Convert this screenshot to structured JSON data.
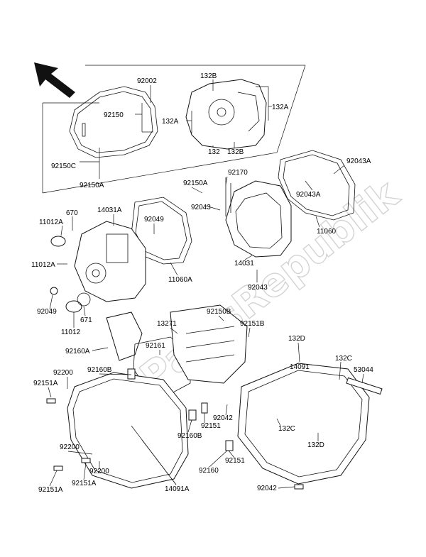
{
  "watermark": "PartsRepublik",
  "labels": [
    {
      "id": "l-92002",
      "text": "92002"
    },
    {
      "id": "l-92150",
      "text": "92150"
    },
    {
      "id": "l-92150c",
      "text": "92150C"
    },
    {
      "id": "l-92150a-top",
      "text": "92150A"
    },
    {
      "id": "l-132b-top",
      "text": "132B"
    },
    {
      "id": "l-132a-right",
      "text": "132A"
    },
    {
      "id": "l-132a-left",
      "text": "132A"
    },
    {
      "id": "l-132",
      "text": "132"
    },
    {
      "id": "l-132b-bot",
      "text": "132B"
    },
    {
      "id": "l-92043a-r",
      "text": "92043A"
    },
    {
      "id": "l-92170",
      "text": "92170"
    },
    {
      "id": "l-92150a-mid",
      "text": "92150A"
    },
    {
      "id": "l-92043a-m",
      "text": "92043A"
    },
    {
      "id": "l-92043-a",
      "text": "92043"
    },
    {
      "id": "l-11060",
      "text": "11060"
    },
    {
      "id": "l-670",
      "text": "670"
    },
    {
      "id": "l-14031a",
      "text": "14031A"
    },
    {
      "id": "l-11012a-a",
      "text": "11012A"
    },
    {
      "id": "l-92049-a",
      "text": "92049"
    },
    {
      "id": "l-11012a-b",
      "text": "11012A"
    },
    {
      "id": "l-11060a",
      "text": "11060A"
    },
    {
      "id": "l-14031",
      "text": "14031"
    },
    {
      "id": "l-92043-b",
      "text": "92043"
    },
    {
      "id": "l-92049-b",
      "text": "92049"
    },
    {
      "id": "l-671",
      "text": "671"
    },
    {
      "id": "l-11012",
      "text": "11012"
    },
    {
      "id": "l-92150b",
      "text": "92150B"
    },
    {
      "id": "l-13271",
      "text": "13271"
    },
    {
      "id": "l-92151b",
      "text": "92151B"
    },
    {
      "id": "l-92161",
      "text": "92161"
    },
    {
      "id": "l-92160a",
      "text": "92160A"
    },
    {
      "id": "l-132d-a",
      "text": "132D"
    },
    {
      "id": "l-14091",
      "text": "14091"
    },
    {
      "id": "l-132c-a",
      "text": "132C"
    },
    {
      "id": "l-53044",
      "text": "53044"
    },
    {
      "id": "l-92200-a",
      "text": "92200"
    },
    {
      "id": "l-92160b-a",
      "text": "92160B"
    },
    {
      "id": "l-92151a-a",
      "text": "92151A"
    },
    {
      "id": "l-92042-a",
      "text": "92042"
    },
    {
      "id": "l-132c-b",
      "text": "132C"
    },
    {
      "id": "l-92151-a",
      "text": "92151"
    },
    {
      "id": "l-92160b-b",
      "text": "92160B"
    },
    {
      "id": "l-132d-b",
      "text": "132D"
    },
    {
      "id": "l-92200-b",
      "text": "92200"
    },
    {
      "id": "l-92200-c",
      "text": "92200"
    },
    {
      "id": "l-92160",
      "text": "92160"
    },
    {
      "id": "l-92151-b",
      "text": "92151"
    },
    {
      "id": "l-92151a-b",
      "text": "92151A"
    },
    {
      "id": "l-92151a-c",
      "text": "92151A"
    },
    {
      "id": "l-14091a",
      "text": "14091A"
    },
    {
      "id": "l-92042-b",
      "text": "92042"
    }
  ]
}
